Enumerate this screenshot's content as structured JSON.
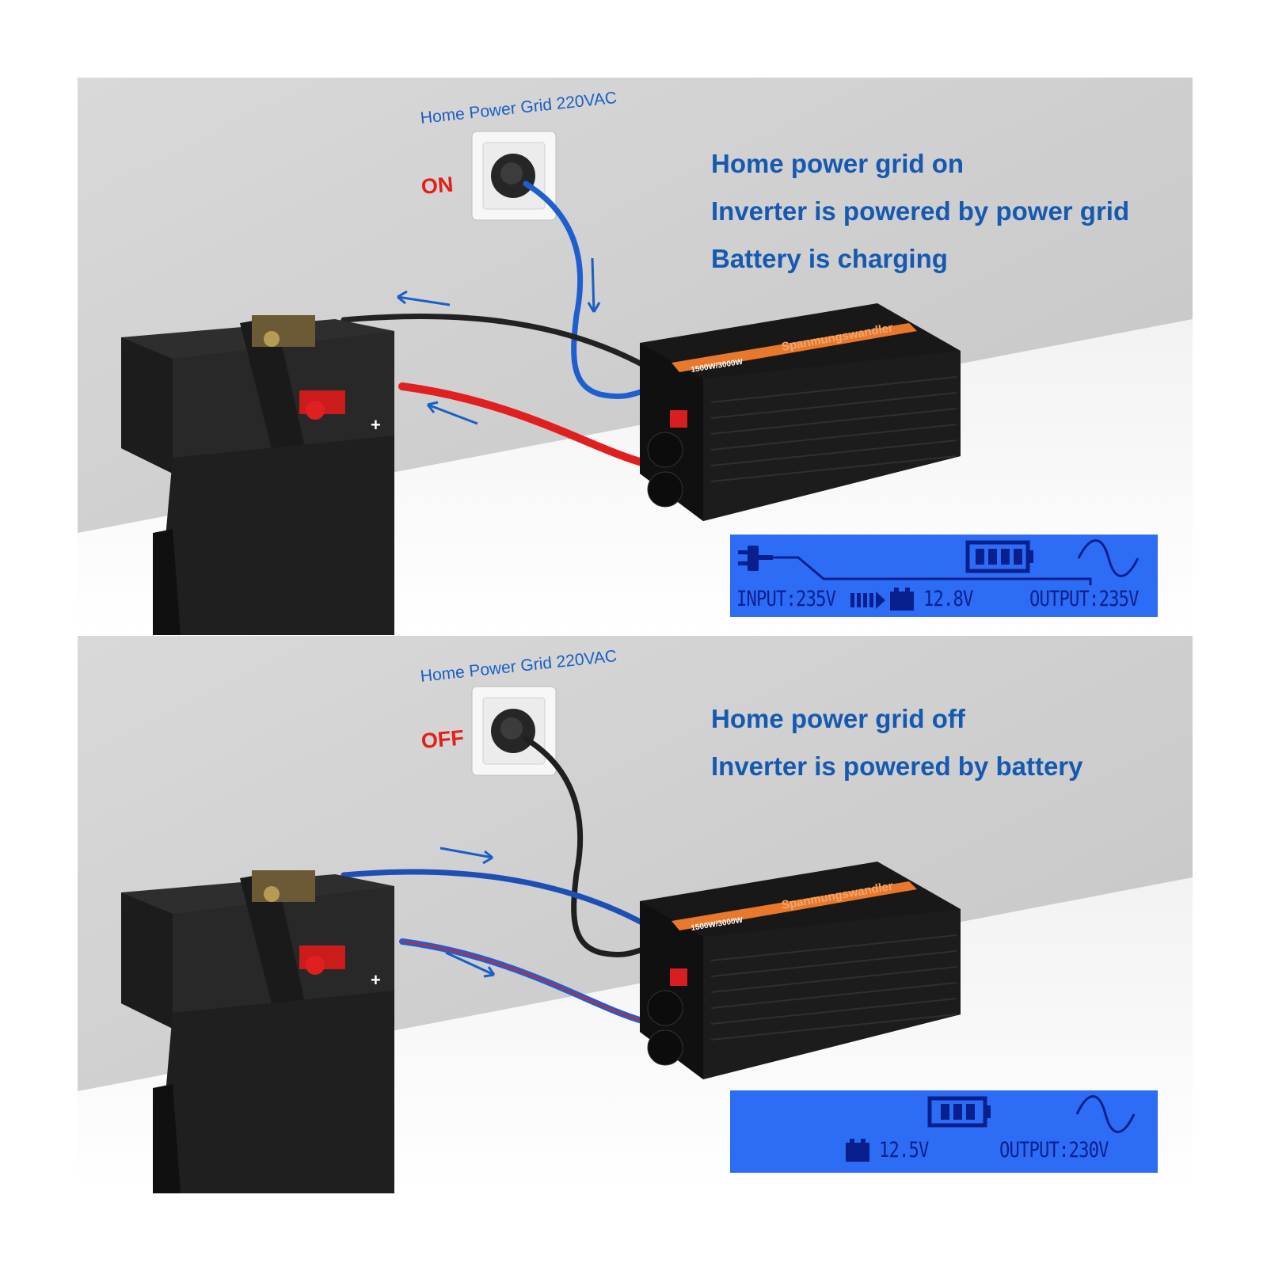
{
  "panels": [
    {
      "state": "on",
      "grid_label": "Home Power Grid 220VAC",
      "switch_label": "ON",
      "info_lines": [
        "Home power grid on",
        "Inverter is powered by power grid",
        "Battery is charging"
      ],
      "display": {
        "input": "INPUT:235V",
        "battery": "12.8V",
        "output": "OUTPUT:235V"
      },
      "cable_colors": {
        "ac": "#1e5fd0",
        "negative": "#222222",
        "positive": "#e02020"
      }
    },
    {
      "state": "off",
      "grid_label": "Home Power Grid 220VAC",
      "switch_label": "OFF",
      "info_lines": [
        "Home power grid off",
        "Inverter is powered by battery"
      ],
      "display": {
        "battery": "12.5V",
        "output": "OUTPUT:230V"
      },
      "cable_colors": {
        "ac": "#1f1f1f",
        "negative": "#1e4fb5",
        "positive": "#1e5fd0"
      }
    }
  ],
  "inverter": {
    "brand_text": "Spanmungswandler",
    "rating_text": "1500W/3000W"
  },
  "colors": {
    "text_blue": "#1559b0",
    "label_red": "#e22018",
    "lcd_bg": "#2d6cf5",
    "lcd_ink": "#0a1f8e",
    "inverter_accent": "#e8782c"
  }
}
